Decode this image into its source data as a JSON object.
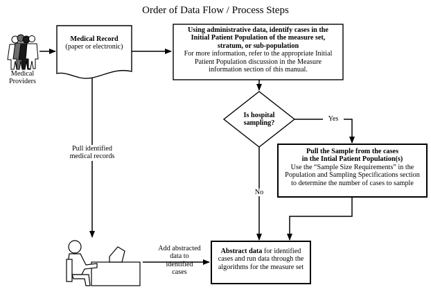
{
  "title": "Order of Data Flow / Process Steps",
  "providers_label": [
    "Medical",
    "Providers"
  ],
  "medical_record": {
    "title": "Medical Record",
    "subtitle": "(paper or electronic)"
  },
  "identify_box": {
    "bold_lines": [
      "Using administrative data, identify cases in the",
      "Initial Patient Population of the measure set,",
      "stratum, or sub-population"
    ],
    "normal_lines": [
      "For more information, refer to the appropriate Initial",
      "Patient Population discussion in the Measure",
      "information section of this manual."
    ]
  },
  "decision": {
    "lines": [
      "Is hospital",
      "sampling?"
    ]
  },
  "yes_label": "Yes",
  "no_label": "No",
  "sample_box": {
    "bold_lines": [
      "Pull the Sample from the cases",
      "in the Intial Patient Population(s)"
    ],
    "normal_lines": [
      "Use the “Sample Size Requirements” in the",
      "Population and Sampling Specifications section",
      "to determine the number of cases to sample"
    ]
  },
  "pull_label": [
    "Pull identified",
    "medical records"
  ],
  "add_label": [
    "Add abstracted",
    "data to",
    "identified",
    "cases"
  ],
  "abstract_box": {
    "bold_part": "Abstract data",
    "first_line_rest": " for identified",
    "lines": [
      "cases and run data through the",
      "algorithms for the measure set"
    ]
  }
}
